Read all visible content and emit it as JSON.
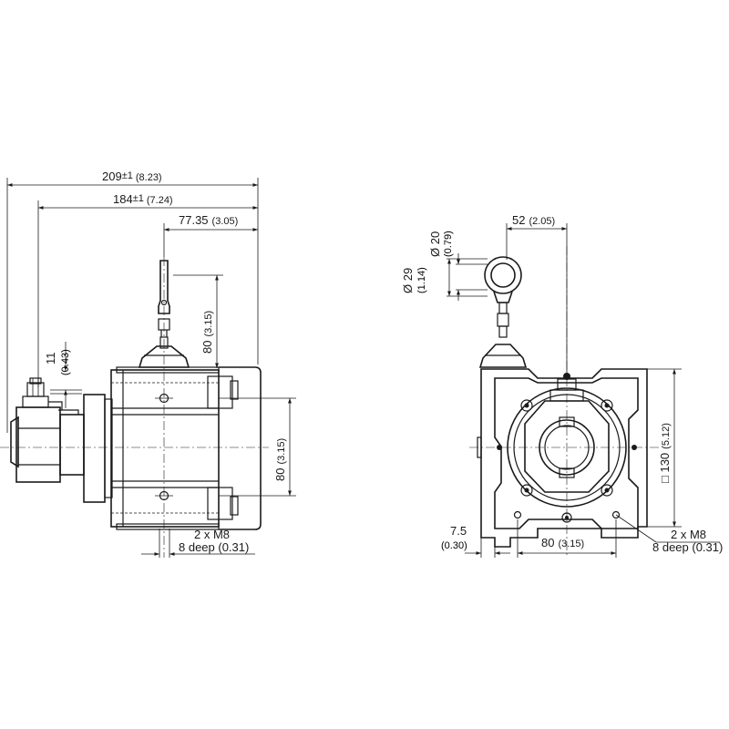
{
  "side_view": {
    "dim_overall_main": "209",
    "dim_overall_tol": "±1",
    "dim_overall_inch": "(8.23)",
    "dim_body_main": "184",
    "dim_body_tol": "±1",
    "dim_body_inch": "(7.24)",
    "dim_cable_main": "77.35",
    "dim_cable_inch": "(3.05)",
    "dim_vert_cable": "80",
    "dim_vert_cable_inch": "(3.15)",
    "dim_connector": "11",
    "dim_connector_inch": "(0.43)",
    "dim_holes": "80",
    "dim_holes_inch": "(3.15)",
    "thread_line1": "2 x M8",
    "thread_line2": "8 deep (0.31)"
  },
  "front_view": {
    "dim_offset": "52",
    "dim_offset_inch": "(2.05)",
    "dim_ring_inner": "Ø 20",
    "dim_ring_inner_inch": "(0.79)",
    "dim_ring_outer": "Ø 29",
    "dim_ring_outer_inch": "(1.14)",
    "dim_square": "□ 130",
    "dim_square_inch": "(5.12)",
    "dim_edge_main": "7.5",
    "dim_edge_inch": "(0.30)",
    "dim_holes": "80",
    "dim_holes_inch": "(3.15)",
    "thread_line1": "2 x M8",
    "thread_line2": "8 deep (0.31)"
  }
}
